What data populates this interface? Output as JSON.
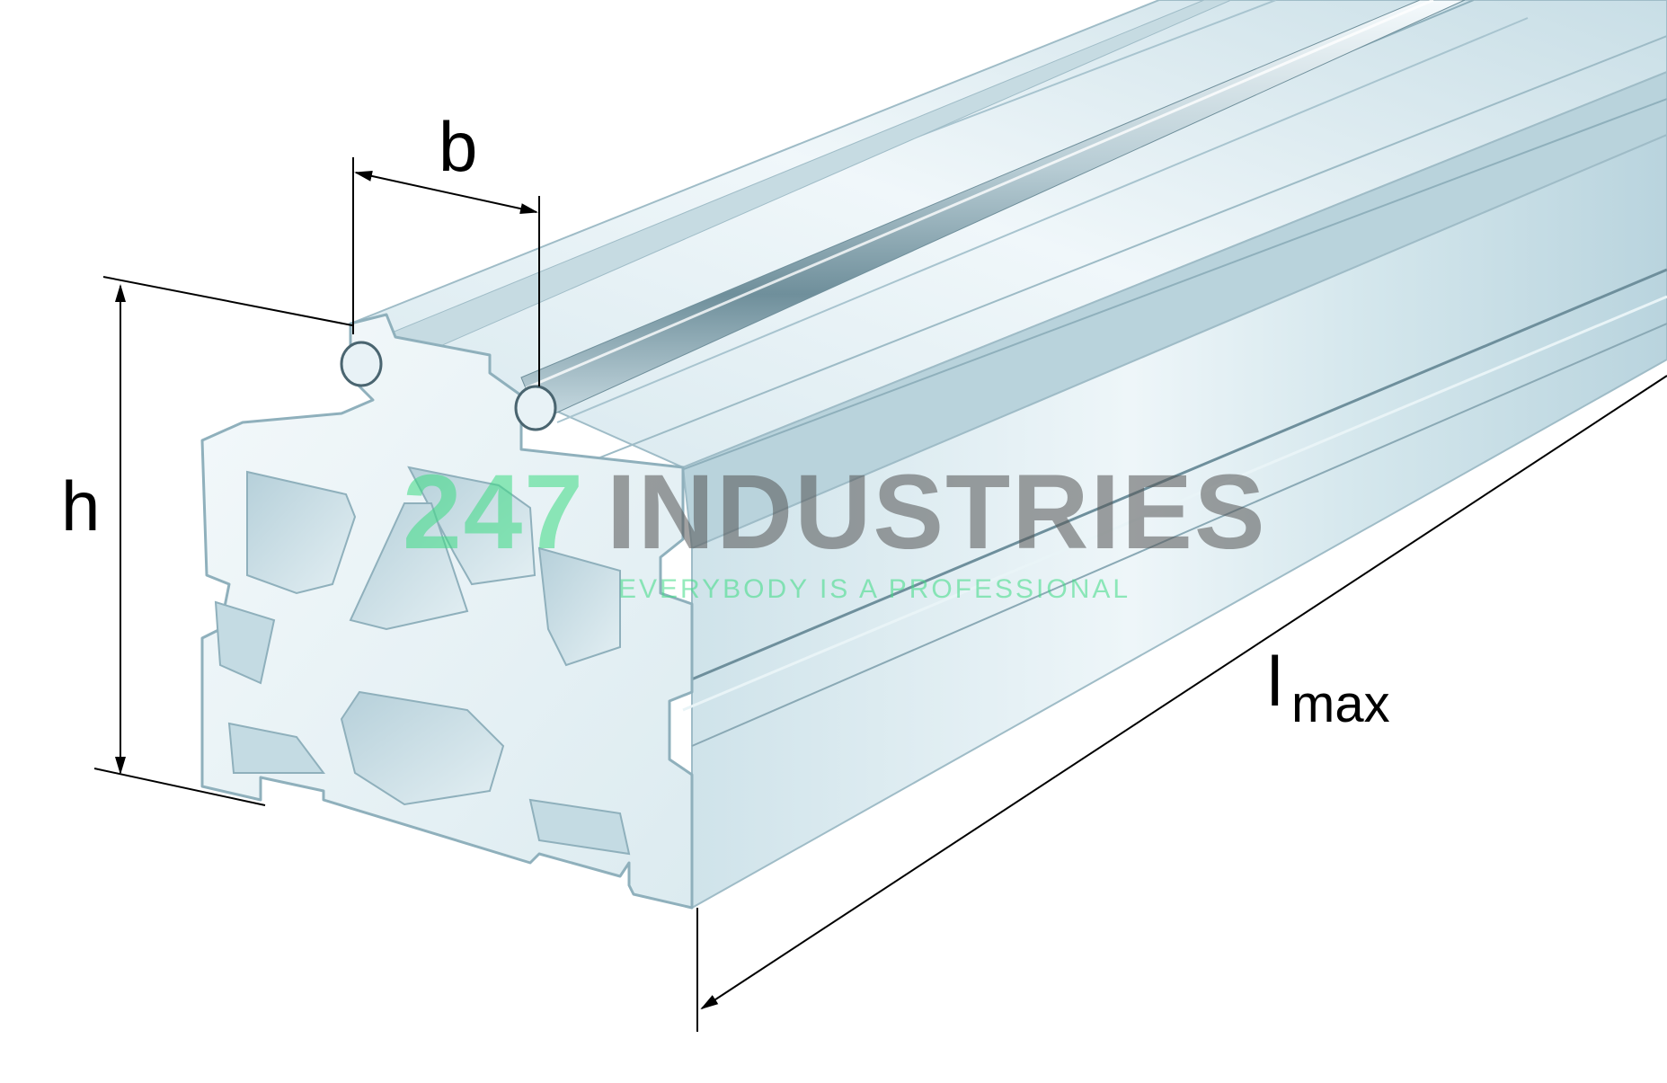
{
  "dimensions": {
    "b": "b",
    "h": "h",
    "l_main": "l",
    "l_sub": "max"
  },
  "watermark": {
    "prefix": "247",
    "name": "INDUSTRIES",
    "tagline": "EVERYBODY IS A PROFESSIONAL"
  },
  "colors": {
    "background": "#ffffff",
    "profile_light": "#e4f0f5",
    "profile_mid": "#c5dde6",
    "profile_dark": "#8fb4c2",
    "dimension_line": "#000000",
    "watermark_green": "#3ddc84",
    "watermark_gray": "#555555"
  }
}
